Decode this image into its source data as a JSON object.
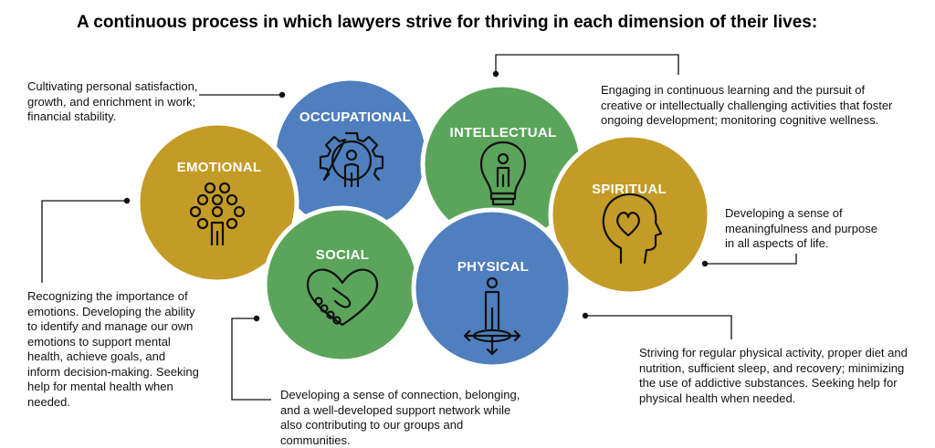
{
  "title": "A continuous process in which lawyers strive for thriving in each dimension of their lives:",
  "colors": {
    "gold": "#C39B26",
    "blue": "#4F7FBE",
    "green": "#5BA55A",
    "ring": "#ffffff"
  },
  "dimensions": [
    {
      "key": "occupational",
      "label": "OCCUPATIONAL",
      "color": "blue",
      "icon": "gear-person-icon",
      "description": "Cultivating personal satisfaction, growth, and enrichment in work; financial stability."
    },
    {
      "key": "intellectual",
      "label": "INTELLECTUAL",
      "color": "green",
      "icon": "lightbulb-person-icon",
      "description": "Engaging in continuous learning and the pursuit of creative or intellectually challenging activities that foster ongoing development; monitoring cognitive wellness."
    },
    {
      "key": "emotional",
      "label": "EMOTIONAL",
      "color": "gold",
      "icon": "network-person-icon",
      "description": "Recognizing the importance of emotions. Developing the ability to identify and manage our own emotions to support mental health, achieve goals, and inform decision-making. Seeking help for mental health when needed."
    },
    {
      "key": "spiritual",
      "label": "SPIRITUAL",
      "color": "gold",
      "icon": "head-heart-icon",
      "description": "Developing a sense of meaningfulness and purpose in all aspects of life."
    },
    {
      "key": "social",
      "label": "SOCIAL",
      "color": "green",
      "icon": "handshake-heart-icon",
      "description": "Developing a sense of connection, belonging, and a well-developed support network while also contributing to our groups and communities."
    },
    {
      "key": "physical",
      "label": "PHYSICAL",
      "color": "blue",
      "icon": "person-arrows-icon",
      "description": "Striving for regular physical activity,  proper diet and nutrition, sufficient sleep, and recovery; minimizing the use of addictive substances. Seeking help for physical health when needed."
    }
  ]
}
